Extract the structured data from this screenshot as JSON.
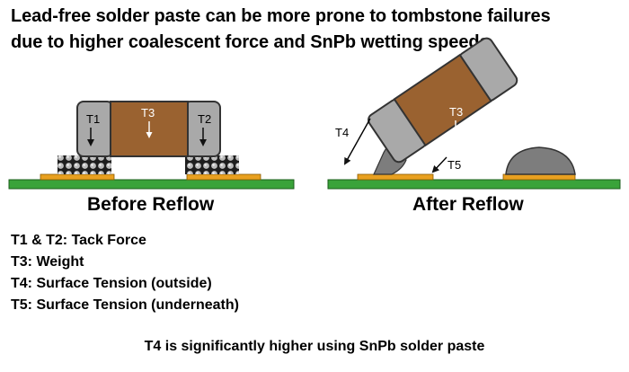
{
  "headline": {
    "line1": "Lead-free solder paste can be more prone to tombstone failures",
    "line2": "due to higher coalescent force and SnPb wetting speeds."
  },
  "diagram_labels": {
    "t1": "T1",
    "t2": "T2",
    "t3_before": "T3",
    "t3_after": "T3",
    "t4": "T4",
    "t5": "T5"
  },
  "captions": {
    "before": "Before Reflow",
    "after": "After Reflow"
  },
  "legend": [
    "T1 & T2: Tack Force",
    "T3: Weight",
    "T4: Surface Tension (outside)",
    "T5: Surface Tension (underneath)"
  ],
  "footnote": "T4 is significantly higher using SnPb solder paste",
  "colors": {
    "board": "#3aa33a",
    "pad": "#e8a020",
    "body": "#9a6230",
    "terminal": "#a9a9a9",
    "solder": "#7d7d7d"
  }
}
